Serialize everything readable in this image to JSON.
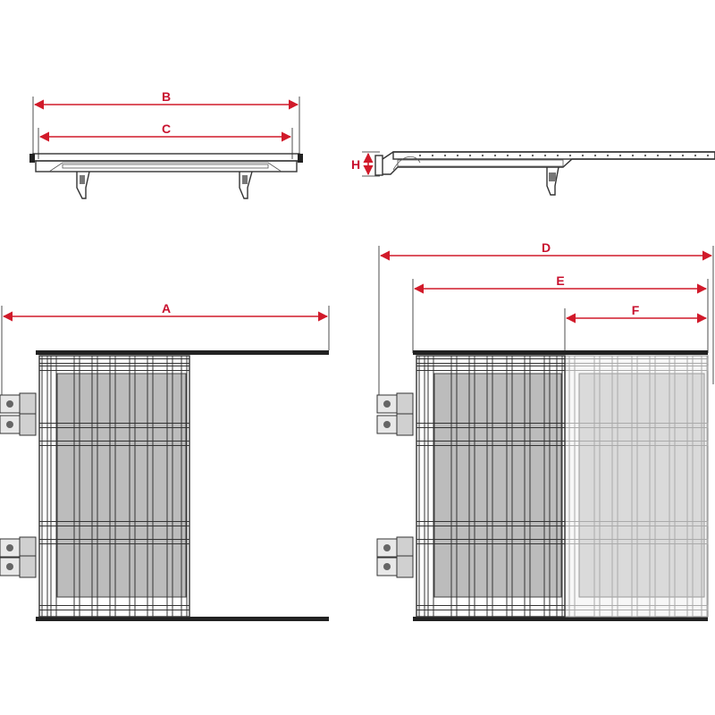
{
  "colors": {
    "dimension": "#d11a2a",
    "line": "#333333",
    "panel_dark": "#bdbdbd",
    "panel_light": "#dcdcdc"
  },
  "labels": {
    "A": "A",
    "B": "B",
    "C": "C",
    "D": "D",
    "E": "E",
    "F": "F",
    "H": "H"
  },
  "views": {
    "side_closed": {
      "dimensions": [
        "B",
        "C"
      ]
    },
    "side_extended": {
      "dimensions": [
        "H"
      ]
    },
    "top_closed": {
      "dimensions": [
        "A"
      ]
    },
    "top_extended": {
      "dimensions": [
        "D",
        "E",
        "F"
      ]
    }
  }
}
